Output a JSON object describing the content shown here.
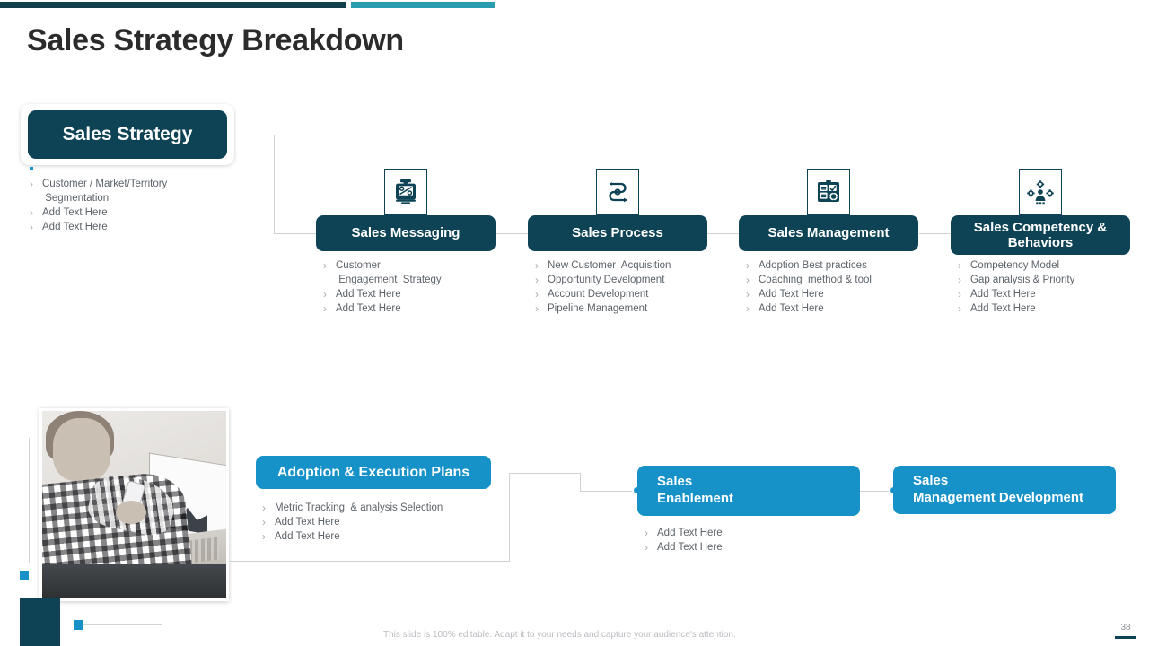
{
  "slide": {
    "title": "Sales Strategy Breakdown",
    "footer_note": "This slide is 100% editable. Adapt it to your needs and capture your audience's attention.",
    "page_number": "38",
    "bullet_marker": "›"
  },
  "colors": {
    "dark_teal": "#0d4355",
    "accent_teal": "#2b9cb0",
    "accent_blue": "#1792c8",
    "body_text": "#5d6369",
    "title_text": "#2b2b2b",
    "connector_line": "#d0d3d6"
  },
  "root": {
    "label": "Sales Strategy",
    "bullets": [
      "Customer / Market/Territory",
      " Segmentation",
      "Add Text Here",
      "Add Text Here"
    ],
    "bullet_markers": [
      true,
      false,
      true,
      true
    ]
  },
  "branches": [
    {
      "label": "Sales Messaging",
      "icon": "discount-percent-icon",
      "bullets": [
        "Customer",
        " Engagement  Strategy",
        "Add Text Here",
        "Add Text Here"
      ],
      "bullet_markers": [
        true,
        false,
        true,
        true
      ]
    },
    {
      "label": "Sales Process",
      "icon": "process-path-arrow-icon",
      "bullets": [
        "New Customer  Acquisition",
        "Opportunity Development",
        "Account Development",
        "Pipeline Management"
      ],
      "bullet_markers": [
        true,
        true,
        true,
        true
      ]
    },
    {
      "label": "Sales Management",
      "icon": "checklist-gear-icon",
      "bullets": [
        "Adoption Best practices",
        "Coaching  method & tool",
        "Add Text Here",
        "Add Text Here"
      ],
      "bullet_markers": [
        true,
        true,
        true,
        true
      ]
    },
    {
      "label": "Sales Competency &\nBehaviors",
      "icon": "person-gears-icon",
      "bullets": [
        "Competency Model",
        "Gap analysis & Priority",
        "Add Text Here",
        "Add Text Here"
      ],
      "bullet_markers": [
        true,
        true,
        true,
        true
      ]
    }
  ],
  "bottom": {
    "photo_alt": "person-with-phone-and-laptop-photo",
    "adoption": {
      "label": "Adoption & Execution Plans",
      "bullets": [
        "Metric Tracking  & analysis Selection",
        "Add Text Here",
        "Add Text Here"
      ]
    },
    "enablement": {
      "line1": "Sales",
      "line2": "Enablement",
      "bullets": [
        "Add Text Here",
        "Add Text Here"
      ]
    },
    "management_dev": {
      "line1": "Sales",
      "line2": "Management Development",
      "bullets": []
    }
  }
}
